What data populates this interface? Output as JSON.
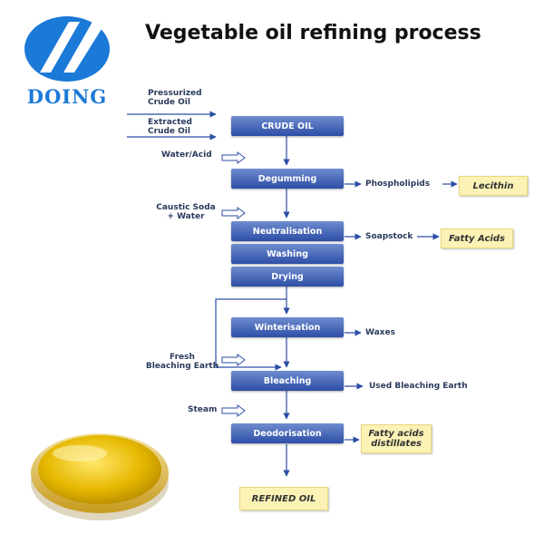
{
  "logo": {
    "text": "DOING",
    "color": "#1b79d8"
  },
  "title": "Vegetable oil refining process",
  "colors": {
    "stage_fill": "#3b5cb0",
    "product_fill": "#fbf3b6",
    "arrow": "#2c4ea6",
    "oil": "#e6b800"
  },
  "inputs": {
    "pressurized": "Pressurized\nCrude Oil",
    "extracted": "Extracted\nCrude Oil",
    "water_acid": "Water/Acid",
    "caustic": "Caustic Soda\n+ Water",
    "fresh_earth": "Fresh\nBleaching Earth",
    "steam": "Steam"
  },
  "stages": {
    "crude": "CRUDE OIL",
    "degumming": "Degumming",
    "neutralisation": "Neutralisation",
    "washing": "Washing",
    "drying": "Drying",
    "winterisation": "Winterisation",
    "bleaching": "Bleaching",
    "deodorisation": "Deodorisation"
  },
  "byproducts": {
    "phospholipids": "Phospholipids",
    "soapstock": "Soapstock",
    "waxes": "Waxes",
    "used_earth": "Used Bleaching Earth"
  },
  "products": {
    "lecithin": "Lecithin",
    "fatty_acids": "Fatty Acids",
    "fatty_distillates": "Fatty acids\ndistillates",
    "refined": "REFINED OIL"
  }
}
